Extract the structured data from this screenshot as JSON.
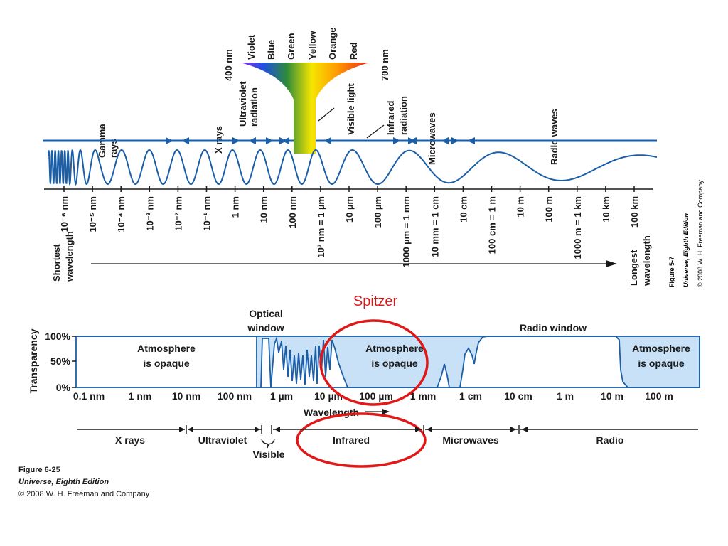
{
  "spectrum": {
    "colors": [
      "Violet",
      "Blue",
      "Green",
      "Yellow",
      "Orange",
      "Red"
    ],
    "nm400": "400 nm",
    "nm700": "700 nm",
    "bands": {
      "gamma": [
        "Gamma",
        "rays"
      ],
      "xrays": "X rays",
      "uv": [
        "Ultraviolet",
        "radiation"
      ],
      "visible": "Visible light",
      "ir": [
        "Infrared",
        "radiation"
      ],
      "micro": "Microwaves",
      "radio": "Radio waves"
    },
    "ticks": [
      "10⁻⁶ nm",
      "10⁻⁵ nm",
      "10⁻⁴ nm",
      "10⁻³ nm",
      "10⁻² nm",
      "10⁻¹ nm",
      "1 nm",
      "10 nm",
      "100 nm",
      "10³ nm = 1 µm",
      "10 µm",
      "100 µm",
      "1000 µm = 1 mm",
      "10 mm = 1 cm",
      "10 cm",
      "100 cm = 1 m",
      "10 m",
      "100 m",
      "1000 m = 1 km",
      "10 km",
      "100 km"
    ],
    "shortest": [
      "Shortest",
      "wavelength"
    ],
    "longest": [
      "Longest",
      "wavelength"
    ],
    "figure": [
      "Figure 5-7",
      "Universe, Eighth Edition",
      "© 2008 W. H. Freeman and Company"
    ]
  },
  "spitzer": "Spitzer",
  "transparency": {
    "ylabel": "Transparency",
    "yticks": [
      "100%",
      "50%",
      "0%"
    ],
    "xticks": [
      "0.1 nm",
      "1 nm",
      "10 nm",
      "100 nm",
      "1 µm",
      "10 µm",
      "100 µm",
      "1 mm",
      "1 cm",
      "10 cm",
      "1 m",
      "10 m",
      "100 m"
    ],
    "xlabel": "Wavelength",
    "optical": [
      "Optical",
      "window"
    ],
    "radio": "Radio window",
    "opaque": [
      "Atmosphere",
      "is opaque"
    ],
    "bands": [
      "X rays",
      "Ultraviolet",
      "Visible",
      "Infrared",
      "Microwaves",
      "Radio"
    ]
  },
  "figure2": [
    "Figure 6-25",
    "Universe, Eighth Edition",
    "© 2008 W. H. Freeman and Company"
  ]
}
